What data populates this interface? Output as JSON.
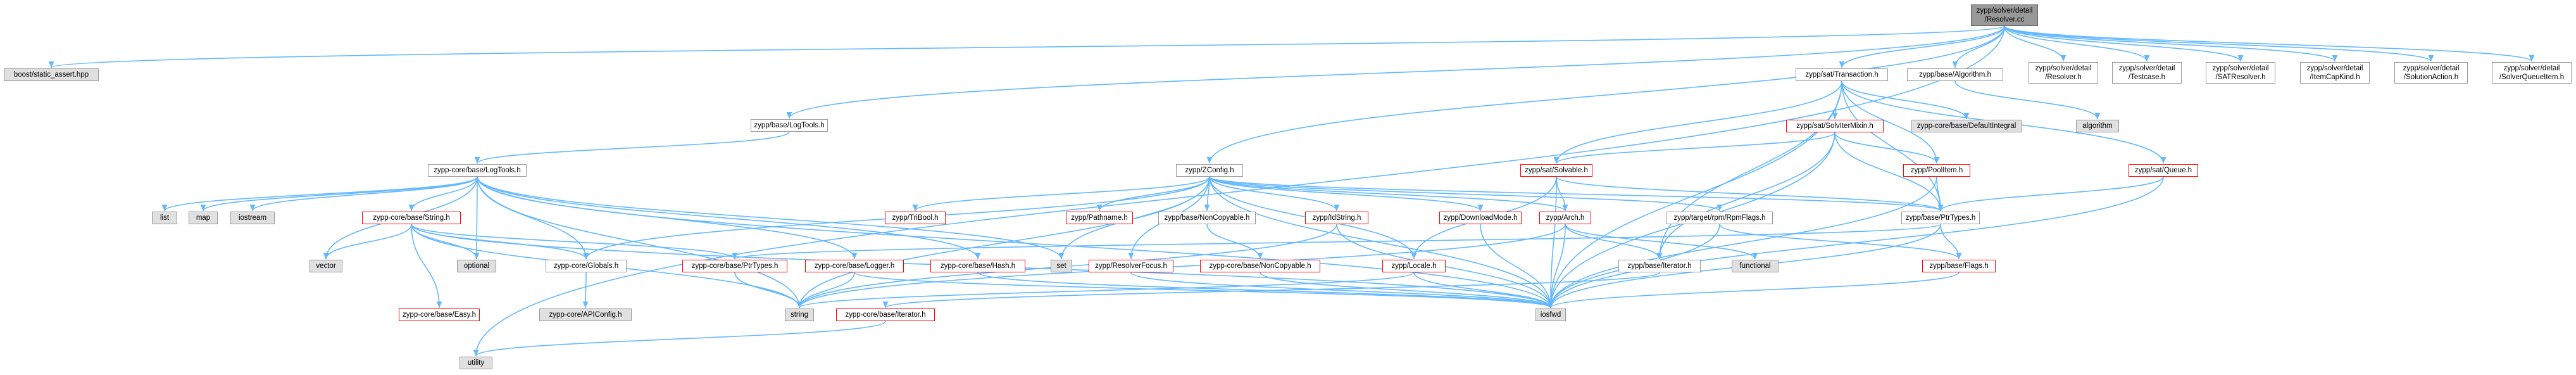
{
  "colors": {
    "edge": "#63b8ff",
    "node_border": "#999999",
    "missing_border": "#ff0000",
    "system_fill": "#e0e0e0",
    "root_fill": "#999999"
  },
  "nodes": {
    "root": {
      "line1": "zypp/solver/detail",
      "line2": "/Resolver.cc"
    },
    "static_assert": {
      "label": "boost/static_assert.hpp"
    },
    "utility": {
      "label": "utility"
    },
    "base_logtools": {
      "label": "zypp/base/LogTools.h"
    },
    "sat_transaction": {
      "label": "zypp/sat/Transaction.h"
    },
    "base_algorithm": {
      "label": "zypp/base/Algorithm.h"
    },
    "det_resolver": {
      "line1": "zypp/solver/detail",
      "line2": "/Resolver.h"
    },
    "det_testcase": {
      "line1": "zypp/solver/detail",
      "line2": "/Testcase.h"
    },
    "det_satresolver": {
      "line1": "zypp/solver/detail",
      "line2": "/SATResolver.h"
    },
    "det_itemcapkind": {
      "line1": "zypp/solver/detail",
      "line2": "/ItemCapKind.h"
    },
    "det_solutionaction": {
      "line1": "zypp/solver/detail",
      "line2": "/SolutionAction.h"
    },
    "det_solverqueueitem": {
      "line1": "zypp/solver/detail",
      "line2": "/SolverQueueItem.h"
    },
    "sat_solvitemixin": {
      "label": "zypp/sat/SolvIterMixin.h"
    },
    "default_integral": {
      "label": "zypp-core/base/DefaultIntegral"
    },
    "algorithm": {
      "label": "algorithm"
    },
    "core_logtools": {
      "label": "zypp-core/base/LogTools.h"
    },
    "zconfig": {
      "label": "zypp/ZConfig.h"
    },
    "sat_solvable": {
      "label": "zypp/sat/Solvable.h"
    },
    "poolitem": {
      "label": "zypp/PoolItem.h"
    },
    "sat_queue": {
      "label": "zypp/sat/Queue.h"
    },
    "list": {
      "label": "list"
    },
    "map": {
      "label": "map"
    },
    "iostream": {
      "label": "iostream"
    },
    "core_string": {
      "label": "zypp-core/base/String.h"
    },
    "tribool": {
      "label": "zypp/TriBool.h"
    },
    "pathname": {
      "label": "zypp/Pathname.h"
    },
    "noncopyable": {
      "label": "zypp/base/NonCopyable.h"
    },
    "idstring": {
      "label": "zypp/IdString.h"
    },
    "downloadmode": {
      "label": "zypp/DownloadMode.h"
    },
    "arch": {
      "label": "zypp/Arch.h"
    },
    "rpmflags": {
      "label": "zypp/target/rpm/RpmFlags.h"
    },
    "base_ptrtypes": {
      "label": "zypp/base/PtrTypes.h"
    },
    "vector": {
      "label": "vector"
    },
    "optional": {
      "label": "optional"
    },
    "core_globals": {
      "label": "zypp-core/Globals.h"
    },
    "core_ptrtypes": {
      "label": "zypp-core/base/PtrTypes.h"
    },
    "core_logger": {
      "label": "zypp-core/base/Logger.h"
    },
    "core_hash": {
      "label": "zypp-core/base/Hash.h"
    },
    "set": {
      "label": "set"
    },
    "resolverfocus": {
      "label": "zypp/ResolverFocus.h"
    },
    "core_noncopyable": {
      "label": "zypp-core/base/NonCopyable.h"
    },
    "locale": {
      "label": "zypp/Locale.h"
    },
    "base_iterator": {
      "label": "zypp/base/Iterator.h"
    },
    "functional": {
      "label": "functional"
    },
    "base_flags": {
      "label": "zypp/base/Flags.h"
    },
    "core_easy": {
      "label": "zypp-core/base/Easy.h"
    },
    "apiconfig": {
      "label": "zypp-core/APIConfig.h"
    },
    "string": {
      "label": "string"
    },
    "core_iterator": {
      "label": "zypp-core/base/Iterator.h"
    },
    "iosfwd": {
      "label": "iosfwd"
    }
  }
}
